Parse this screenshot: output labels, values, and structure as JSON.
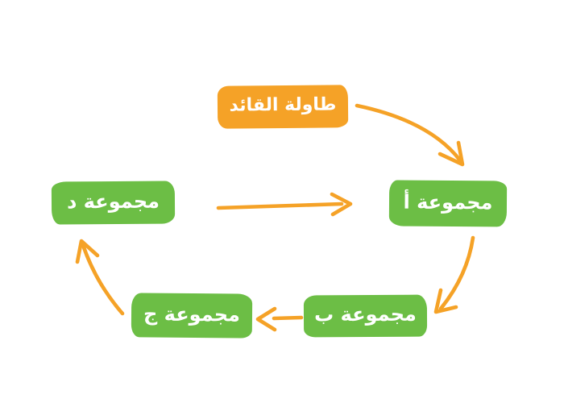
{
  "diagram": {
    "type": "cycle-flow",
    "language": "ar",
    "direction": "rtl",
    "colors": {
      "orange": "#F5A227",
      "green": "#6CBE45",
      "arrow": "#F5A227",
      "label_text": "#FFFFFF",
      "background": "#FFFFFF"
    },
    "nodes": [
      {
        "id": "leader-table",
        "label": "طاولة القائد",
        "role": "start",
        "color": "#F5A227"
      },
      {
        "id": "group-a",
        "label": "مجموعة أ",
        "color": "#6CBE45"
      },
      {
        "id": "group-b",
        "label": "مجموعة ب",
        "color": "#6CBE45"
      },
      {
        "id": "group-c",
        "label": "مجموعة ج",
        "color": "#6CBE45"
      },
      {
        "id": "group-d",
        "label": "مجموعة د",
        "color": "#6CBE45"
      }
    ],
    "edges": [
      {
        "from": "leader-table",
        "to": "group-a"
      },
      {
        "from": "group-d",
        "to": "group-a"
      },
      {
        "from": "group-a",
        "to": "group-b"
      },
      {
        "from": "group-b",
        "to": "group-c"
      },
      {
        "from": "group-c",
        "to": "group-d"
      }
    ]
  }
}
